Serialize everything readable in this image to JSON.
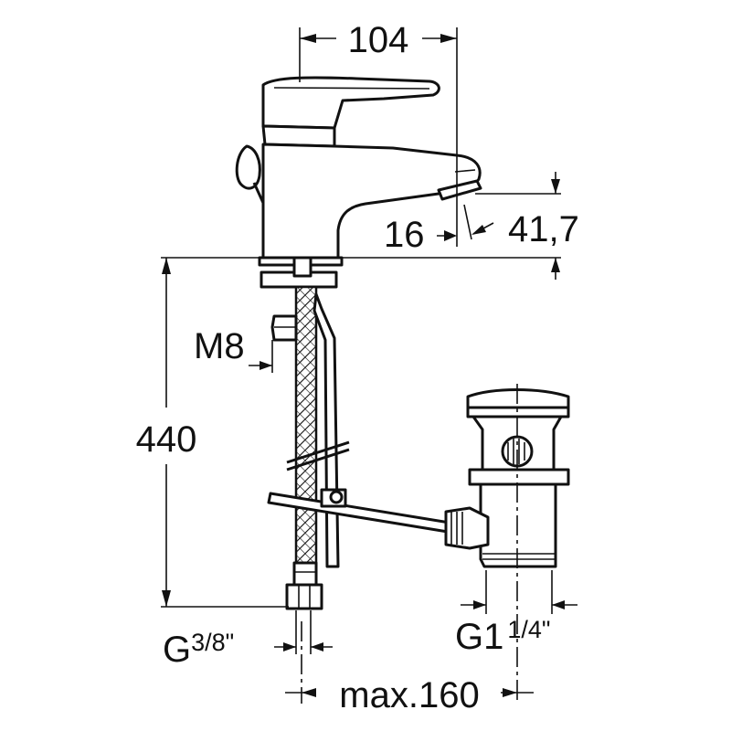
{
  "dimensions": {
    "spout_reach": "104",
    "outlet_offset": "16",
    "outlet_height": "41,7",
    "mount_thread": "M8",
    "total_height": "440",
    "inlet_thread_main": "G",
    "inlet_thread_frac": "3/8\"",
    "waste_thread_main": "G1",
    "waste_thread_frac": "1/4\"",
    "waste_distance": "max.160"
  }
}
